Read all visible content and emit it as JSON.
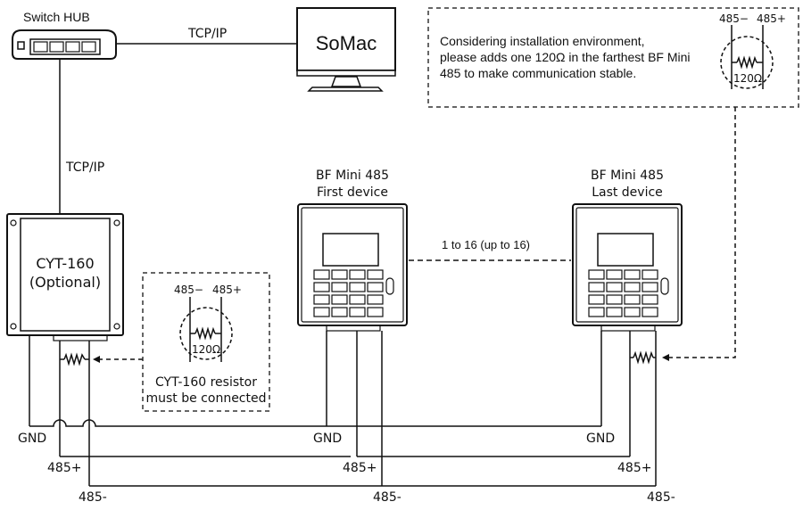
{
  "switch_hub": {
    "label": "Switch HUB"
  },
  "somac": {
    "label": "SoMac"
  },
  "link_top": {
    "label": "TCP/IP"
  },
  "link_left": {
    "label": "TCP/IP"
  },
  "cyt160": {
    "line1": "CYT-160",
    "line2": "(Optional)"
  },
  "device_first": {
    "line1": "BF Mini 485",
    "line2": "First device"
  },
  "device_last": {
    "line1": "BF Mini 485",
    "line2": "Last device"
  },
  "device_range": {
    "label": "1 to 16 (up to 16)"
  },
  "note_top": {
    "line1": "Considering installation environment,",
    "line2": "please adds one 120Ω  in the farthest BF Mini",
    "line3": "485 to make communication stable.",
    "minus": "485−",
    "plus": "485+",
    "ohm": "120Ω"
  },
  "note_mid": {
    "minus": "485−",
    "plus": "485+",
    "ohm": "120Ω",
    "line1": "CYT-160 resistor",
    "line2": "must be connected"
  },
  "bus_labels": {
    "gnd_left": "GND",
    "gnd_mid": "GND",
    "gnd_right": "GND",
    "p_left": "485+",
    "p_mid": "485+",
    "p_right": "485+",
    "m_left": "485-",
    "m_mid": "485-",
    "m_right": "485-"
  }
}
